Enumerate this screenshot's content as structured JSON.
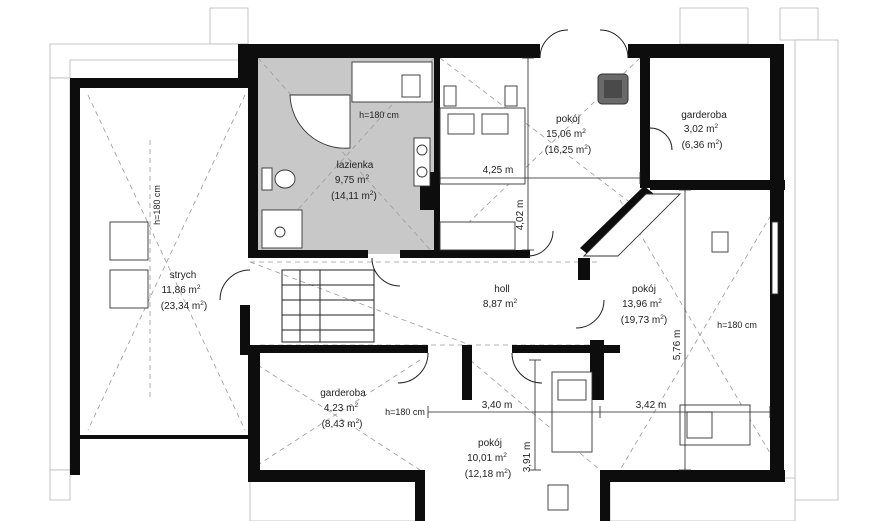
{
  "rooms": {
    "lazienka": {
      "name": "łazienka",
      "area": "9,75 m",
      "area_sup": "2",
      "gross": "(14,11 m",
      "gross_sup": "2",
      "gross_close": ")"
    },
    "pokoj_top": {
      "name": "pokój",
      "area": "15,06 m",
      "area_sup": "2",
      "gross": "(16,25 m",
      "gross_sup": "2",
      "gross_close": ")"
    },
    "garderoba_top": {
      "name": "garderoba",
      "area": "3,02 m",
      "area_sup": "2",
      "gross": "(6,36 m",
      "gross_sup": "2",
      "gross_close": ")"
    },
    "strych": {
      "name": "strych",
      "area": "11,86 m",
      "area_sup": "2",
      "gross": "(23,34 m",
      "gross_sup": "2",
      "gross_close": ")"
    },
    "holl": {
      "name": "holl",
      "area": "8,87 m",
      "area_sup": "2"
    },
    "pokoj_right": {
      "name": "pokój",
      "area": "13,96 m",
      "area_sup": "2",
      "gross": "(19,73 m",
      "gross_sup": "2",
      "gross_close": ")"
    },
    "garderoba_bottom": {
      "name": "garderoba",
      "area": "4,23 m",
      "area_sup": "2",
      "gross": "(8,43 m",
      "gross_sup": "2",
      "gross_close": ")"
    },
    "pokoj_bottom": {
      "name": "pokój",
      "area": "10,01 m",
      "area_sup": "2",
      "gross": "(12,18 m",
      "gross_sup": "2",
      "gross_close": ")"
    }
  },
  "dimensions": {
    "d_425": "4,25 m",
    "d_402": "4,02 m",
    "d_576": "5,76 m",
    "d_340": "3,40 m",
    "d_342": "3,42 m",
    "d_391": "3,91 m"
  },
  "heights": {
    "bath": "h=180 cm",
    "strych": "h=180 cm",
    "right": "h=180 cm",
    "garderoba": "h=180 cm"
  },
  "colors": {
    "wall": "#0d0d0d",
    "bathroom_fill": "#c8c8c8",
    "roof_hatch": "#b5b5b5",
    "dashed_line": "#9a9a9a"
  }
}
